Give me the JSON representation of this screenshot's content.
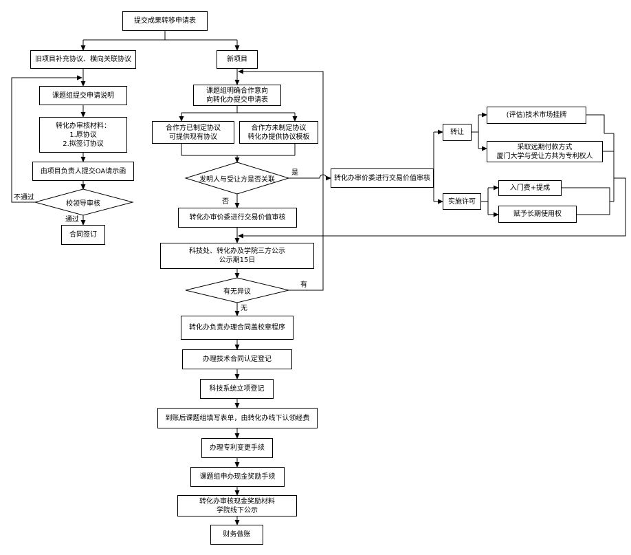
{
  "nodes": {
    "submit_application": "提交成果转移申请表",
    "old_project": "旧项目补充协议、横向关联协议",
    "new_project": "新项目",
    "submit_explanation": "课题组提交申请说明",
    "review_materials": "转化办审核材料：\n1.原协议\n2.拟签订协议",
    "oa_request": "由项目负责人提交OA请示函",
    "leader_review": "校领导审核",
    "sign_contract": "合同签订",
    "confirm_partner": "课题组明确合作意向\n向转化办提交申请表",
    "partner_made": "合作方已制定协议\n可提供现有协议",
    "partner_not_made": "合作方未制定协议\n转化办提供协议模板",
    "related_party": "发明人与受让方是否关联",
    "price_review_left": "转化办审价委进行交易价值审核",
    "price_review_right": "转化办审价委进行交易价值审核",
    "transfer": "转让",
    "market_listing": "(评估)技术市场挂牌",
    "long_payment": "采取远期付款方式\n厦门大学与受让方共为专利权人",
    "license": "实施许可",
    "entry_fee": "入门费+提成",
    "long_use": "赋予长期使用权",
    "three_party_notice": "科技处、转化办及学院三方公示\n公示期15日",
    "objection": "有无异议",
    "seal_contract": "转化办负责办理合同盖校章程序",
    "contract_registration": "办理技术合同认定登记",
    "project_registration": "科技系统立项登记",
    "fill_form": "到账后课题组填写表单，由转化办线下认领经费",
    "patent_change": "办理专利变更手续",
    "cash_reward": "课题组申办现金奖励手续",
    "review_reward": "转化办审核现金奖励材料\n学院线下公示",
    "finance": "财务做账"
  },
  "labels": {
    "fail": "不通过",
    "pass": "通过",
    "yes": "是",
    "no": "否",
    "has": "有",
    "none": "无"
  }
}
